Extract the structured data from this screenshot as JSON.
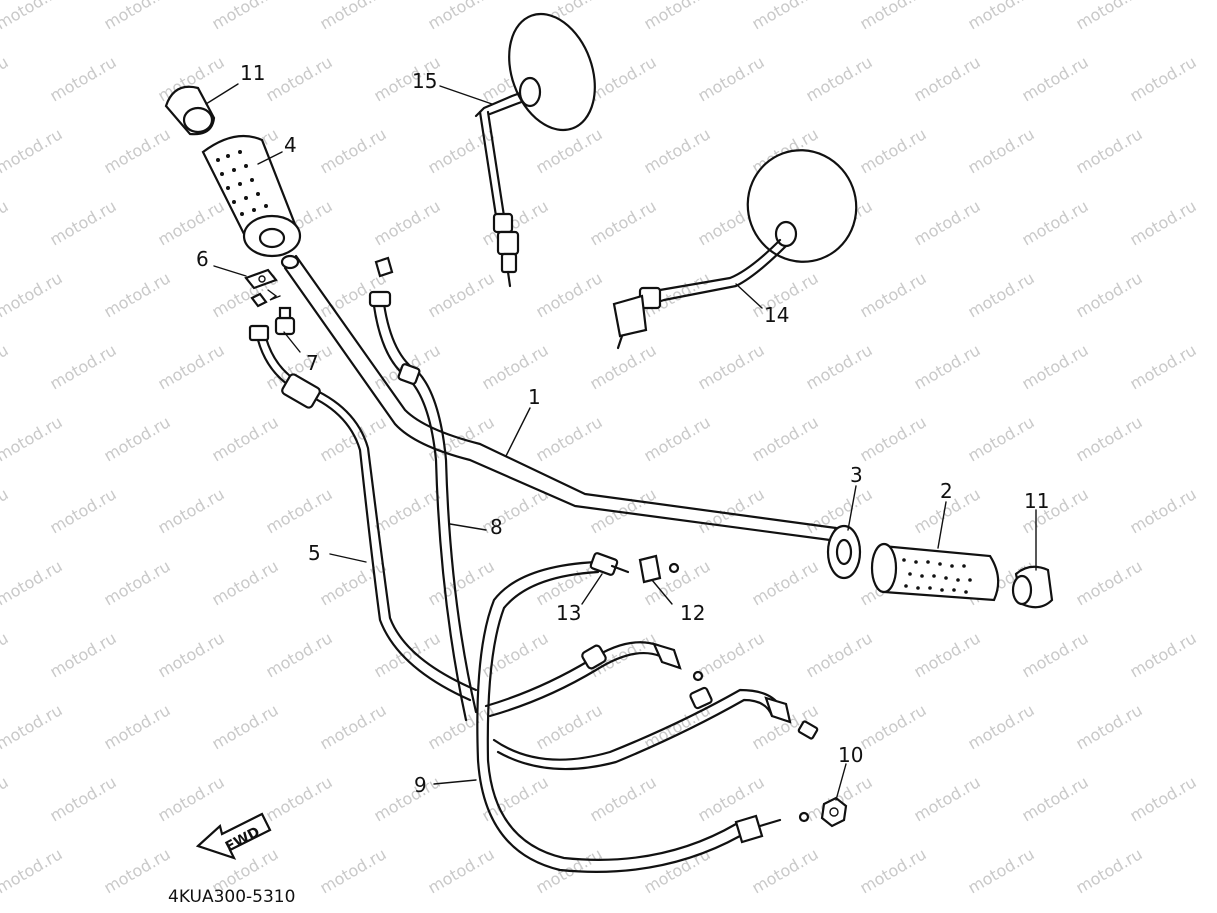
{
  "watermark": {
    "text": "motod.ru",
    "color": "#c9c9c9"
  },
  "diagram_code": "4KUA300-5310",
  "fwd_label": "FWD",
  "parts": [
    {
      "id": "p1",
      "label": "1"
    },
    {
      "id": "p2",
      "label": "2"
    },
    {
      "id": "p3",
      "label": "3"
    },
    {
      "id": "p4",
      "label": "4"
    },
    {
      "id": "p5",
      "label": "5"
    },
    {
      "id": "p6",
      "label": "6"
    },
    {
      "id": "p7",
      "label": "7"
    },
    {
      "id": "p8",
      "label": "8"
    },
    {
      "id": "p9",
      "label": "9"
    },
    {
      "id": "p10",
      "label": "10"
    },
    {
      "id": "p11a",
      "label": "11"
    },
    {
      "id": "p11b",
      "label": "11"
    },
    {
      "id": "p12",
      "label": "12"
    },
    {
      "id": "p13",
      "label": "13"
    },
    {
      "id": "p14",
      "label": "14"
    },
    {
      "id": "p15",
      "label": "15"
    }
  ]
}
